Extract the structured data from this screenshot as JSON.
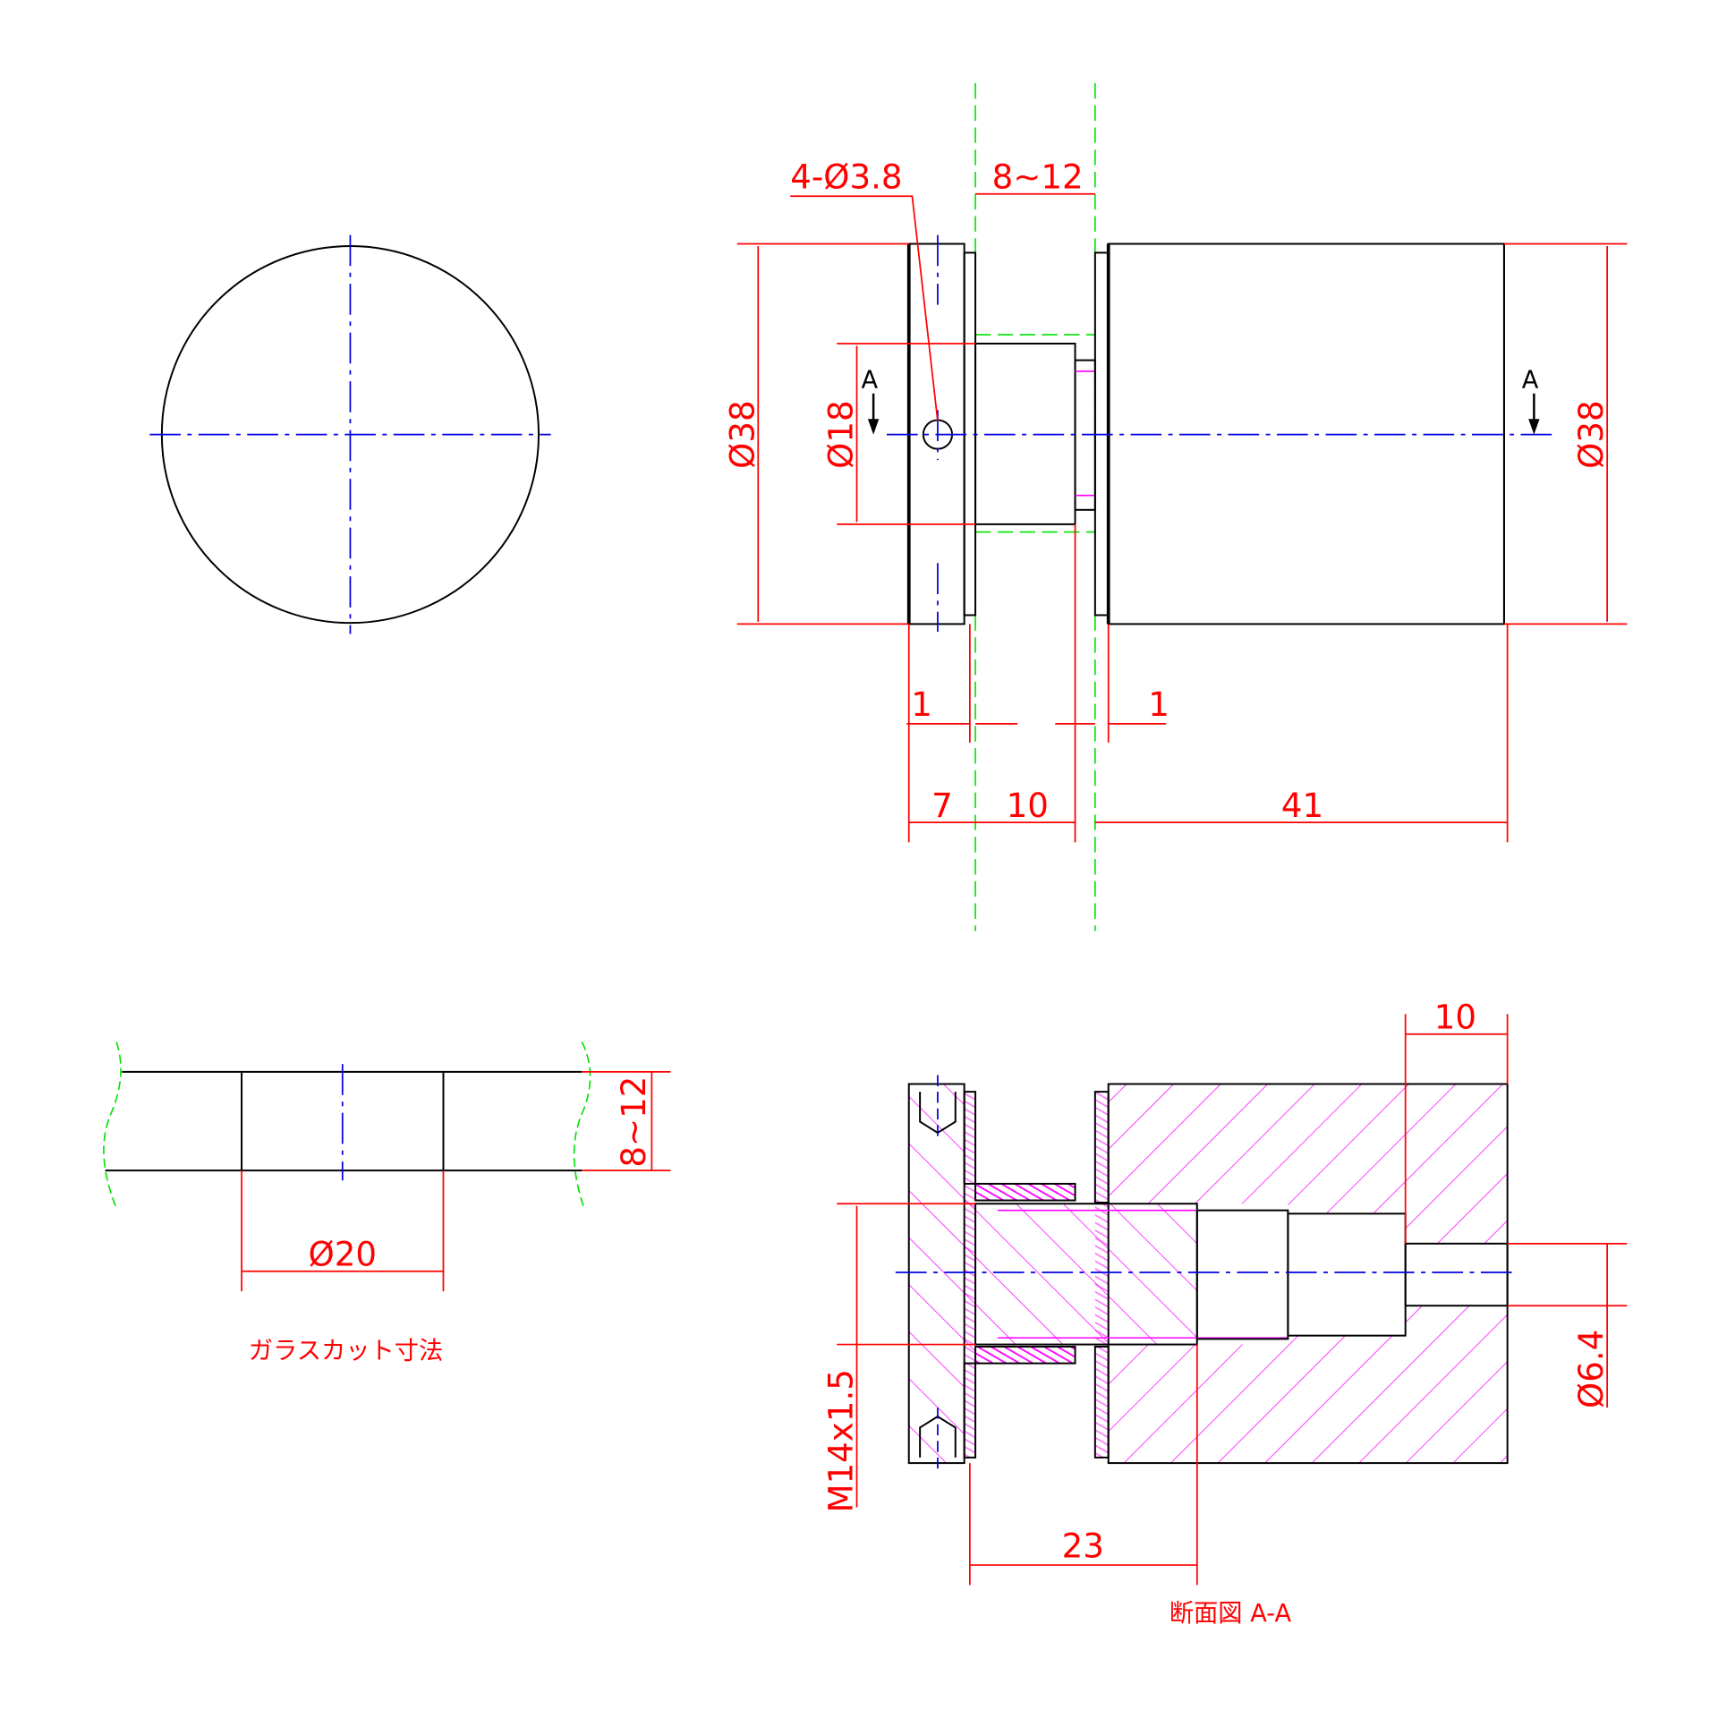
{
  "front_view": {
    "hole_callout": "4-Ø3.8",
    "glass_thickness": "8~12",
    "outer_dia_left": "Ø38",
    "inner_dia": "Ø18",
    "outer_dia_right": "Ø38",
    "gap_left": "1",
    "gap_right": "1",
    "flange_width": "7",
    "neck_length": "10",
    "body_length": "41",
    "section_mark_left": "A",
    "section_mark_right": "A"
  },
  "glass_cut": {
    "hole_dia": "Ø20",
    "thickness": "8~12",
    "caption": "ガラスカット寸法"
  },
  "section_view": {
    "bore_depth": "10",
    "small_hole_dia": "Ø6.4",
    "thread": "M14x1.5",
    "thread_length": "23",
    "caption": "断面図 A-A"
  },
  "colors": {
    "dimension": "#ff0000",
    "centerline": "#0000e0",
    "glass": "#00e000",
    "hatch": "#ff00ff",
    "outline": "#000000"
  }
}
